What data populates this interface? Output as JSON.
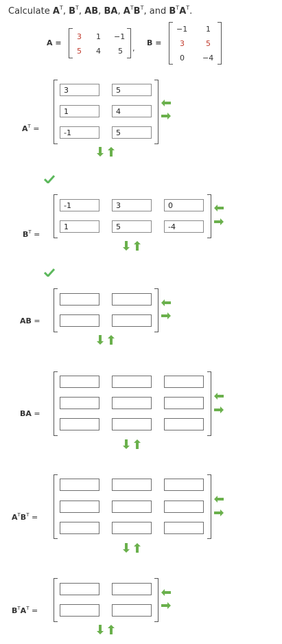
{
  "question": {
    "prefix": "Calculate",
    "a_t": "A",
    "b_t": "B",
    "ab": "AB",
    "ba": "BA",
    "atbt_a": "A",
    "atbt_b": "B",
    "and": "and",
    "btat_b": "B",
    "btat_a": "A",
    "sup_t": "T",
    "sep": ",",
    "end": "."
  },
  "given": {
    "a_label": "A =",
    "a_rows": [
      [
        "3",
        "1",
        "−1"
      ],
      [
        "5",
        "4",
        "5"
      ]
    ],
    "comma": ",",
    "b_label": "B =",
    "b_rows": [
      [
        "−1",
        "1"
      ],
      [
        "3",
        "5"
      ],
      [
        "0",
        "−4"
      ]
    ]
  },
  "answers": {
    "at": {
      "label_main": "A",
      "label_sup": "T",
      "eq": "=",
      "values": [
        [
          "3",
          "5"
        ],
        [
          "1",
          "4"
        ],
        [
          "-1",
          "5"
        ]
      ]
    },
    "bt": {
      "label_main": "B",
      "label_sup": "T",
      "eq": "=",
      "values": [
        [
          "-1",
          "3",
          "0"
        ],
        [
          "1",
          "5",
          "-4"
        ]
      ]
    },
    "ab": {
      "label_main": "AB",
      "eq": "="
    },
    "ba": {
      "label_main": "BA",
      "eq": "="
    },
    "atbt": {
      "label_a": "A",
      "label_b": "B",
      "label_sup": "T",
      "eq": "="
    },
    "btat": {
      "label_b": "B",
      "label_a": "A",
      "label_sup": "T",
      "eq": "="
    }
  },
  "colors": {
    "check": "#5cb85c",
    "arrow": "#6ab04c",
    "red_entry": "#c0392b"
  },
  "icons": {
    "add_col": "arrow-left-icon",
    "remove_col": "arrow-right-icon",
    "add_row": "arrow-down-icon",
    "remove_row": "arrow-up-icon",
    "correct": "checkmark-icon"
  }
}
